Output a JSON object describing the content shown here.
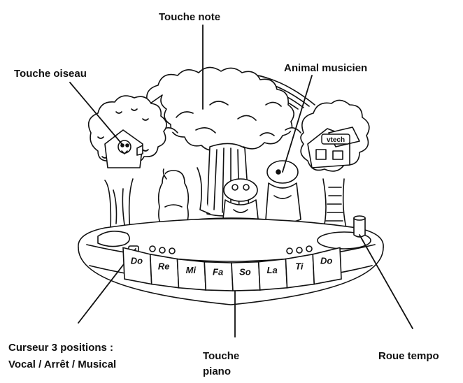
{
  "labels": {
    "touche_note": "Touche note",
    "touche_oiseau": "Touche oiseau",
    "animal_musicien": "Animal musicien",
    "curseur_line1": "Curseur 3 positions :",
    "curseur_line2": "Vocal / Arrêt / Musical",
    "touche_piano_line1": "Touche",
    "touche_piano_line2": "piano",
    "roue_tempo": "Roue tempo"
  },
  "piano_keys": [
    "Do",
    "Re",
    "Mi",
    "Fa",
    "So",
    "La",
    "Ti",
    "Do"
  ],
  "brand": "vtech"
}
